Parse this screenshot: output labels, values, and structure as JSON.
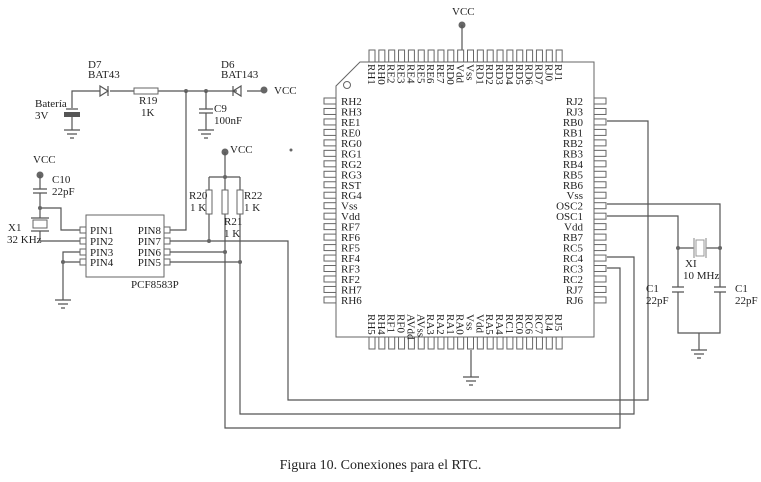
{
  "caption": "Figura 10. Conexiones para el RTC.",
  "power": {
    "vcc": "VCC"
  },
  "battery": {
    "name": "Batería",
    "value": "3V"
  },
  "d7": {
    "name": "D7",
    "value": "BAT43"
  },
  "d6": {
    "name": "D6",
    "value": "BAT143"
  },
  "r19": {
    "name": "R19",
    "value": "1K"
  },
  "c9": {
    "name": "C9",
    "value": "100nF"
  },
  "c10": {
    "name": "C10",
    "value": "22pF"
  },
  "x1": {
    "name": "X1",
    "value": "32 KHz"
  },
  "r20": {
    "name": "R20",
    "value": "1 K"
  },
  "r21": {
    "name": "R21",
    "value": "1 K"
  },
  "r22": {
    "name": "R22",
    "value": "1 K"
  },
  "rtc": {
    "part": "PCF8583P",
    "left_pins": [
      "PIN1",
      "PIN2",
      "PIN3",
      "PIN4"
    ],
    "right_pins": [
      "PIN8",
      "PIN7",
      "PIN6",
      "PIN5"
    ]
  },
  "xtal": {
    "name": "XI",
    "value": "10 MHz"
  },
  "c1_left": {
    "name": "C1",
    "value": "22pF"
  },
  "c1_right": {
    "name": "C1",
    "value": "22pF"
  },
  "mcu": {
    "top_pins": [
      "RH1",
      "RH0",
      "RE2",
      "RE3",
      "RE4",
      "RE5",
      "RE6",
      "RE7",
      "RD0",
      "Vdd",
      "Vss",
      "RD1",
      "RD2",
      "RD3",
      "RD4",
      "RD5",
      "RD6",
      "RD7",
      "RJ0",
      "RJ1"
    ],
    "left_pins": [
      "RH2",
      "RH3",
      "RE1",
      "RE0",
      "RG0",
      "RG1",
      "RG2",
      "RG3",
      "RST",
      "RG4",
      "Vss",
      "Vdd",
      "RF7",
      "RF6",
      "RF5",
      "RF4",
      "RF3",
      "RF2",
      "RH7",
      "RH6"
    ],
    "right_pins": [
      "RJ2",
      "RJ3",
      "RB0",
      "RB1",
      "RB2",
      "RB3",
      "RB4",
      "RB5",
      "RB6",
      "Vss",
      "OSC2",
      "OSC1",
      "Vdd",
      "RB7",
      "RC5",
      "RC4",
      "RC3",
      "RC2",
      "RJ7",
      "RJ6"
    ],
    "bottom_pins": [
      "RH5",
      "RH4",
      "RF1",
      "RF0",
      "AVdd",
      "AVss",
      "RA3",
      "RA2",
      "RA1",
      "RA0",
      "Vss",
      "Vdd",
      "RA5",
      "RA4",
      "RC1",
      "RC0",
      "RC6",
      "RC7",
      "RJ4",
      "RJ5"
    ]
  }
}
